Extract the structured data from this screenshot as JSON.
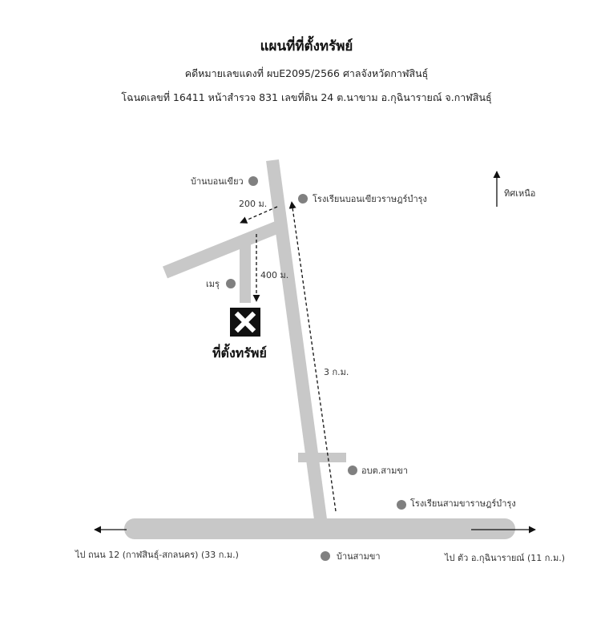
{
  "header": {
    "title": "แผนที่ที่ตั้งทรัพย์",
    "case_line": "คดีหมายเลขแดงที่ ผบE2095/2566 ศาลจังหวัดกาฬสินธุ์",
    "deed_line": "โฉนดเลขที่ 16411 หน้าสำรวจ 831 เลขที่ดิน 24 ต.นาขาม อ.กุฉินารายณ์ จ.กาฬสินธุ์"
  },
  "map": {
    "property_label": "ที่ตั้งทรัพย์",
    "property_icon": "x-mark-icon",
    "north_label": "ทิศเหนือ",
    "distances": {
      "d200": "200 ม.",
      "d400": "400 ม.",
      "d3km": "3 ก.ม."
    },
    "landmarks": {
      "ban_bon_khiao": "บ้านบอนเขียว",
      "school_bon_khiao": "โรงเรียนบอนเขียวราษฎร์บำรุง",
      "meru": "เมรุ",
      "obt_sam_kha": "อบต.สามขา",
      "school_sam_kha": "โรงเรียนสามขาราษฎร์บำรุง",
      "ban_sam_kha": "บ้านสามขา"
    },
    "directions": {
      "left": "ไป ถนน 12 (กาฬสินธุ์-สกลนคร) (33 ก.ม.)",
      "right": "ไป ตัว อ.กุฉินารายณ์ (11 ก.ม.)"
    },
    "colors": {
      "road": "#c8c8c8",
      "marker": "#808080",
      "ink": "#111111"
    }
  }
}
